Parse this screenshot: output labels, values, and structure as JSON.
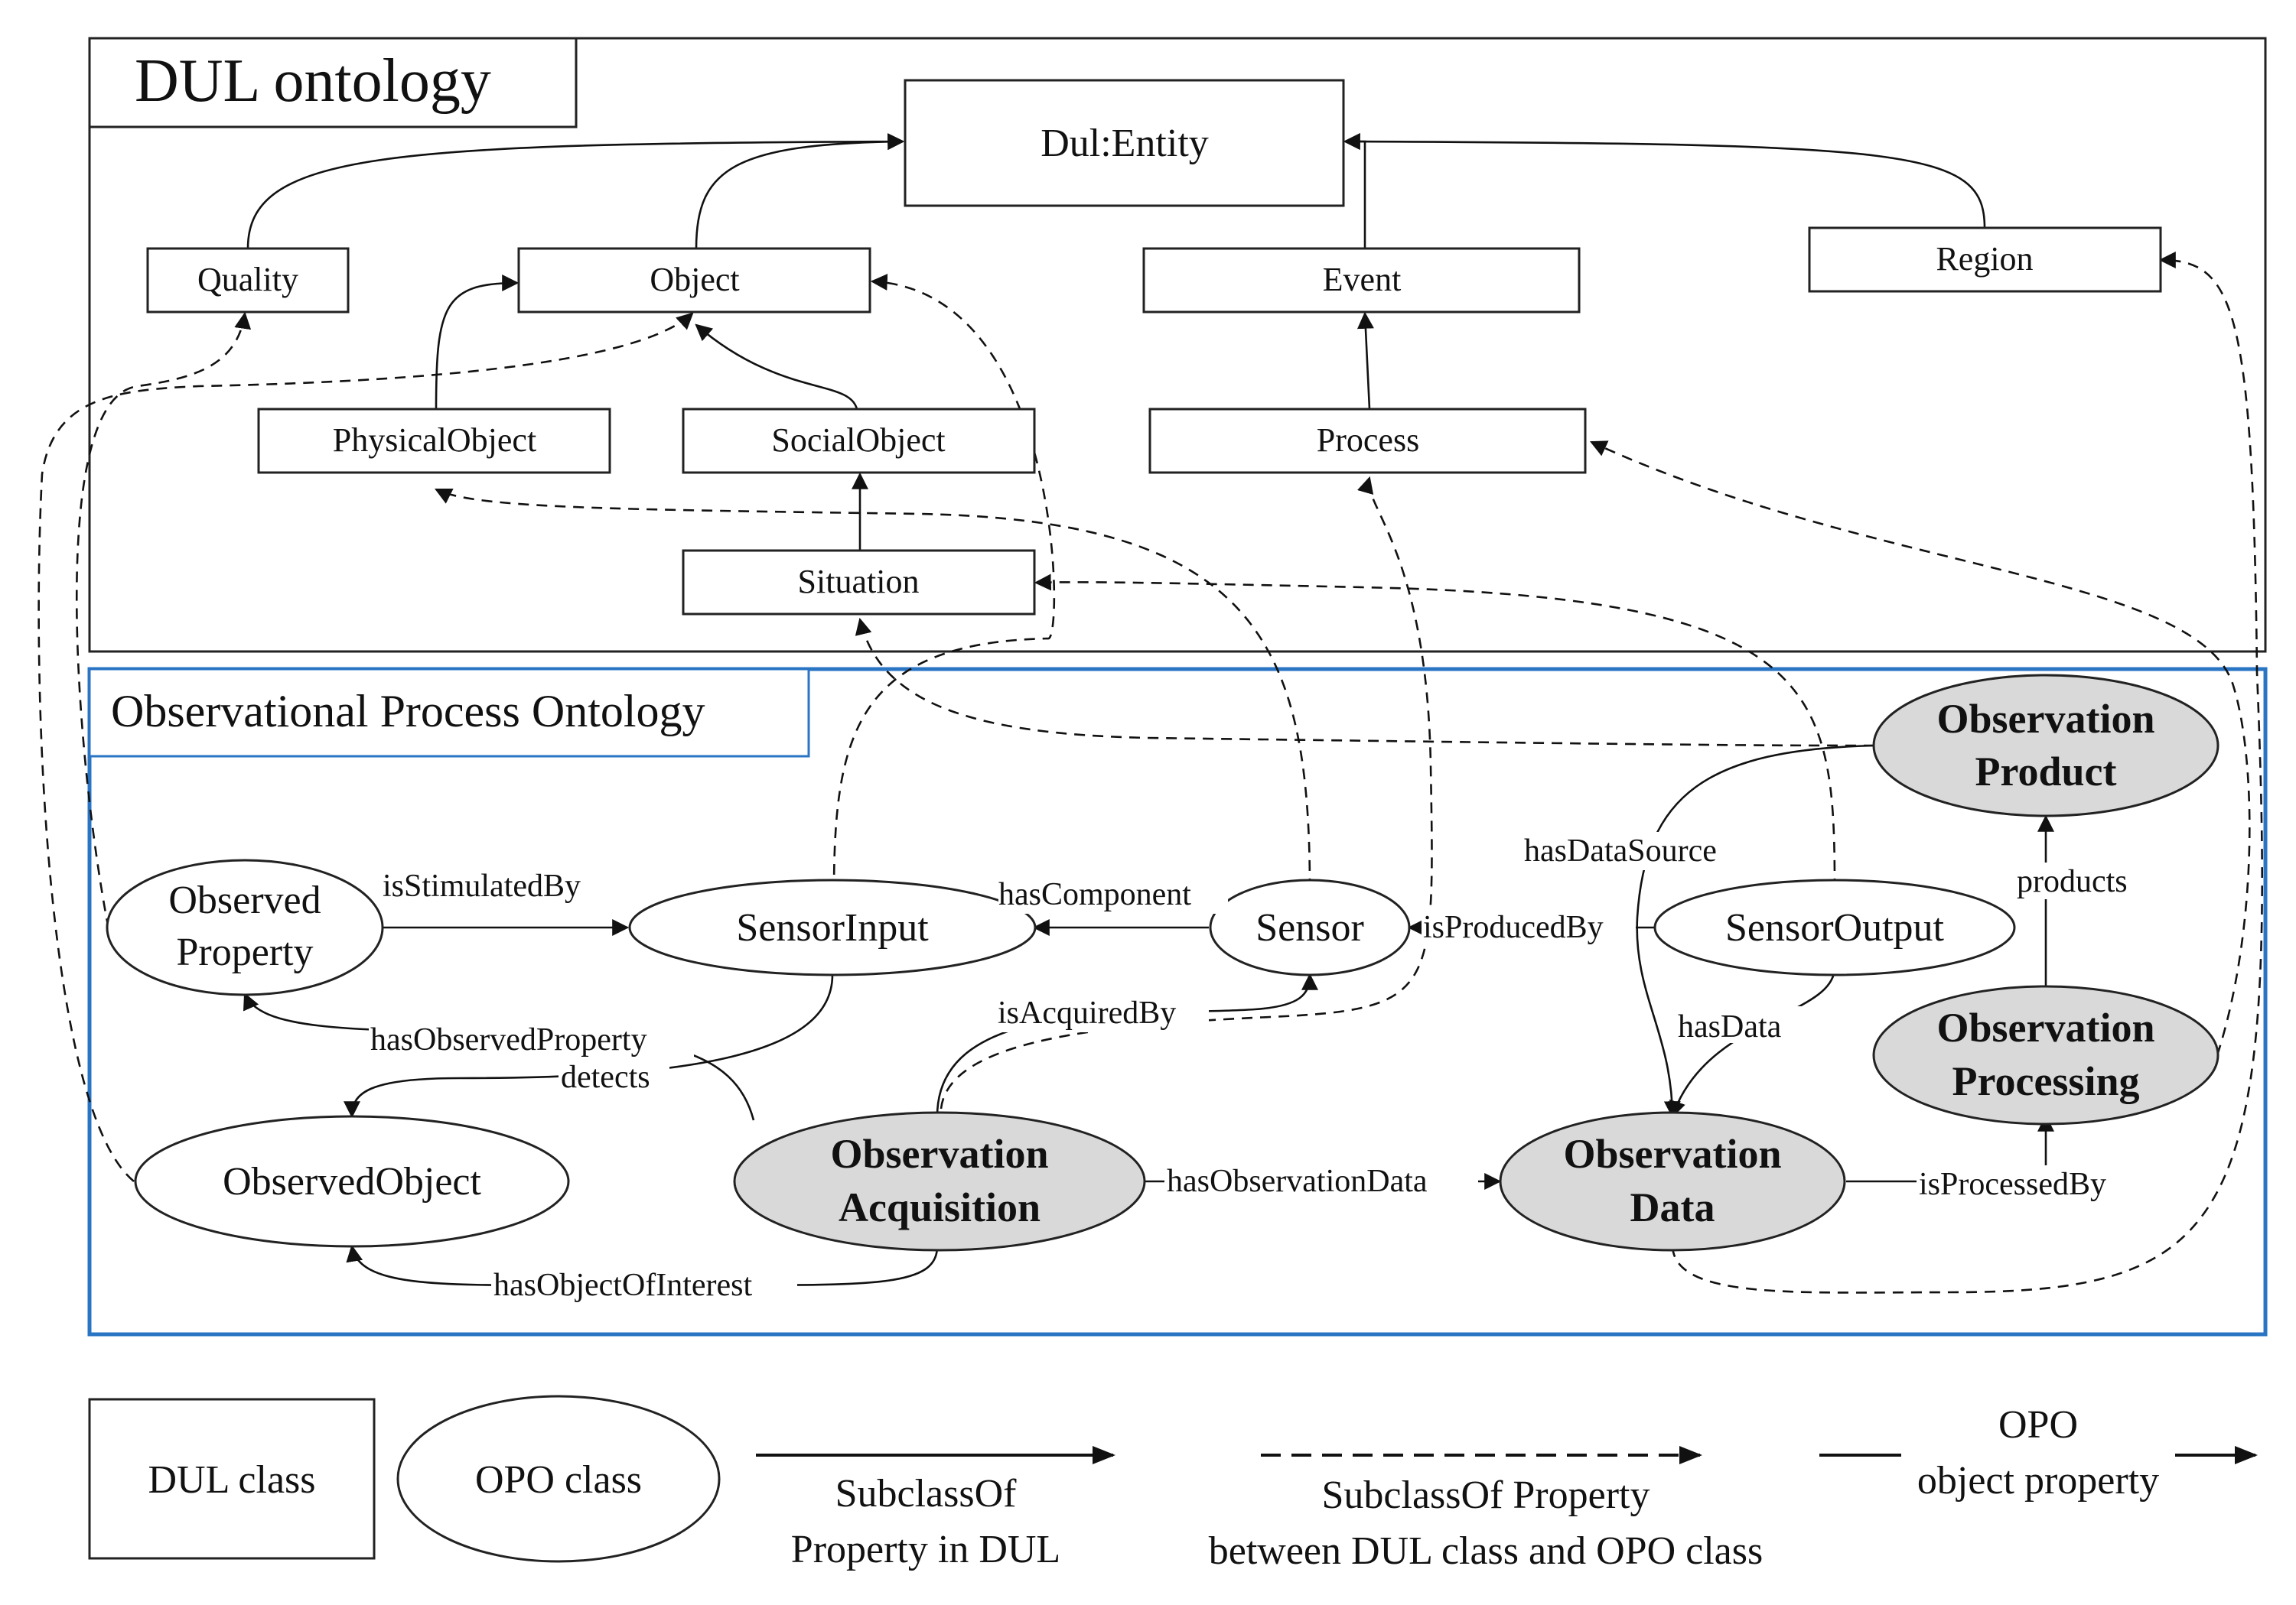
{
  "dul": {
    "title": "DUL ontology",
    "classes": {
      "entity": "Dul:Entity",
      "quality": "Quality",
      "object": "Object",
      "event": "Event",
      "region": "Region",
      "physical_object": "PhysicalObject",
      "social_object": "SocialObject",
      "process": "Process",
      "situation": "Situation"
    }
  },
  "opo": {
    "title": "Observational Process Ontology",
    "classes": {
      "observed_property": [
        "Observed",
        "Property"
      ],
      "sensor_input": "SensorInput",
      "sensor": "Sensor",
      "sensor_output": "SensorOutput",
      "observation_product": [
        "Observation",
        "Product"
      ],
      "observed_object": "ObservedObject",
      "observation_acquisition": [
        "Observation",
        "Acquisition"
      ],
      "observation_data": [
        "Observation",
        "Data"
      ],
      "observation_processing": [
        "Observation",
        "Processing"
      ]
    },
    "properties": {
      "is_stimulated_by": "isStimulatedBy",
      "has_component": "hasComponent",
      "is_produced_by": "isProducedBy",
      "has_data_source": "hasDataSource",
      "products": "products",
      "is_acquired_by": "isAcquiredBy",
      "has_observed_property": "hasObservedProperty",
      "detects": "detects",
      "has_data": "hasData",
      "has_observation_data": "hasObservationData",
      "is_processed_by": "isProcessedBy",
      "has_object_of_interest": "hasObjectOfInterest"
    }
  },
  "legend": {
    "dul_class": "DUL class",
    "opo_class": "OPO class",
    "subclass_dul": [
      "SubclassOf",
      "Property in DUL"
    ],
    "subclass_between": [
      "SubclassOf Property",
      "between DUL class and OPO class"
    ],
    "opo_property": [
      "OPO",
      "object property"
    ]
  }
}
